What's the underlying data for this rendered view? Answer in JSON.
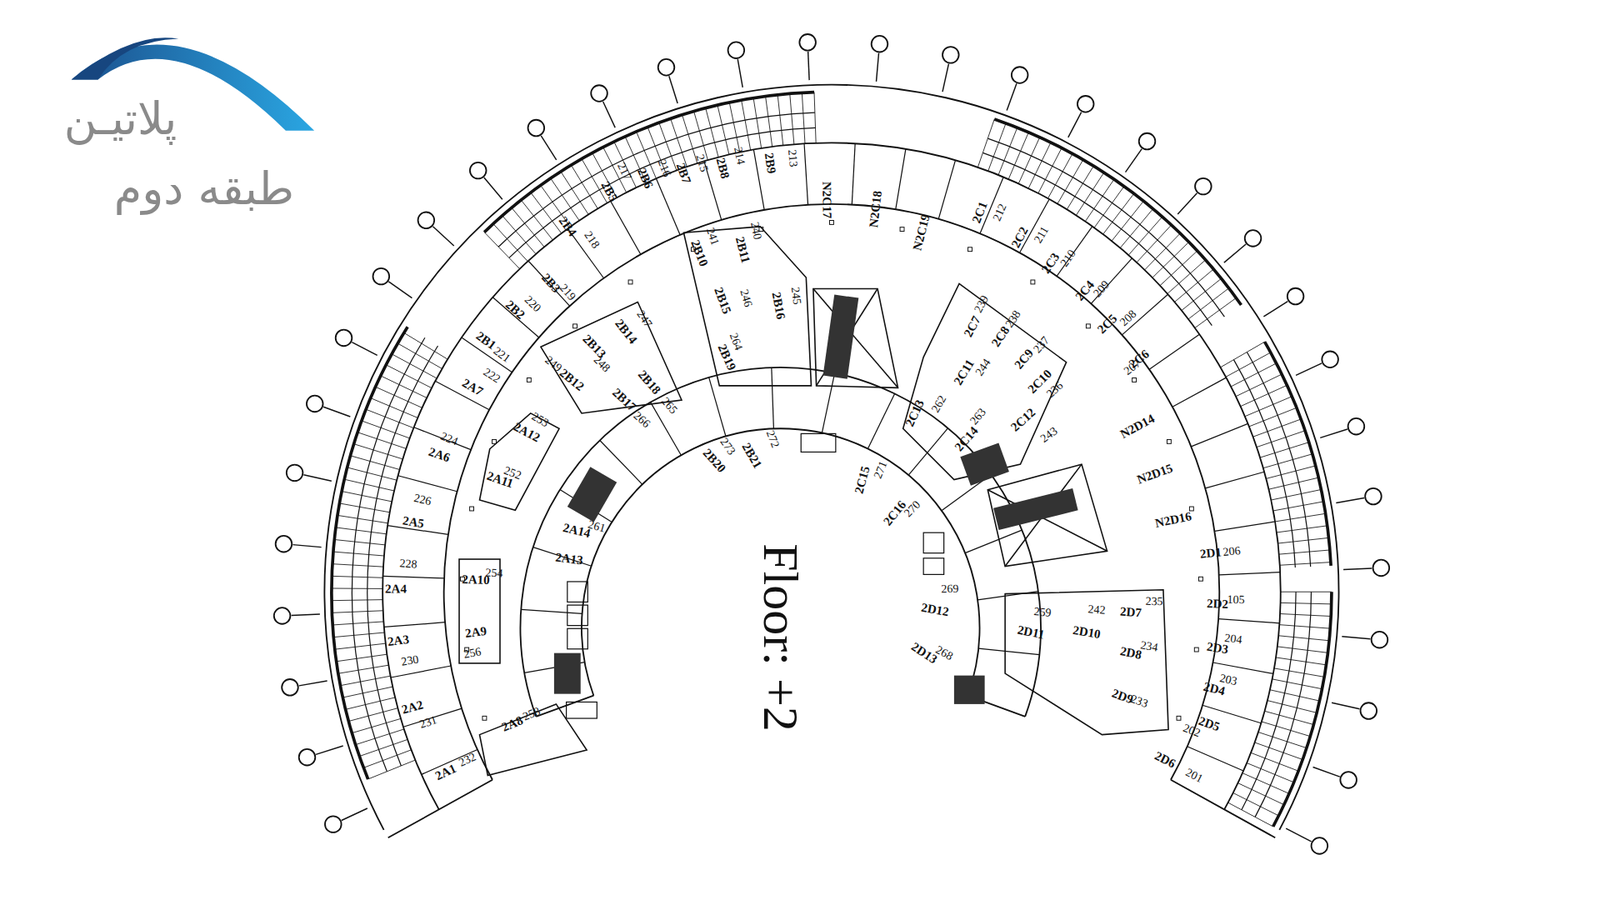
{
  "diagram": {
    "title": "طبقه دوم",
    "labels": [
      "پلاتیـن",
      "Floor: +2",
      "2A1",
      "232",
      "2A2",
      "231",
      "2A3",
      "230",
      "2A4",
      "228",
      "2A5",
      "226",
      "2A6",
      "224",
      "2A7",
      "222",
      "221",
      "2B1",
      "2B2",
      "220",
      "2B3",
      "219",
      "2B4",
      "218",
      "2B5",
      "217",
      "2B6",
      "216",
      "2B7",
      "215",
      "2B8",
      "214",
      "2B9",
      "213",
      "N2C17",
      "N2C18",
      "N2C19",
      "2C1",
      "212",
      "2C2",
      "211",
      "2C3",
      "210",
      "2C4",
      "209",
      "2C5",
      "208",
      "2C6",
      "207",
      "N2D14",
      "N2D15",
      "N2D16",
      "2D1",
      "206",
      "2D2",
      "105",
      "2D3",
      "204",
      "2D4",
      "203",
      "2D5",
      "202",
      "2D6",
      "201",
      "2B10",
      "241",
      "2B11",
      "240",
      "2B15",
      "246",
      "2B16",
      "245",
      "2B19",
      "264",
      "2B14",
      "247",
      "2B13",
      "248",
      "2B12",
      "249",
      "2B18",
      "265",
      "2B17",
      "266",
      "2A12",
      "253",
      "2A11",
      "252",
      "2A10",
      "254",
      "2A9",
      "256",
      "2A8",
      "258",
      "2A13",
      "2A14",
      "261",
      "2B20",
      "273",
      "2B21",
      "272",
      "2C15",
      "271",
      "2C16",
      "270",
      "2D12",
      "269",
      "2D13",
      "268",
      "2C7",
      "239",
      "2C8",
      "238",
      "2C9",
      "237",
      "2C10",
      "236",
      "2C11",
      "244",
      "2C13",
      "262",
      "2C14",
      "263",
      "2C12",
      "243",
      "2D11",
      "259",
      "2D10",
      "242",
      "2D7",
      "235",
      "2D8",
      "234",
      "2D9",
      "233"
    ]
  }
}
